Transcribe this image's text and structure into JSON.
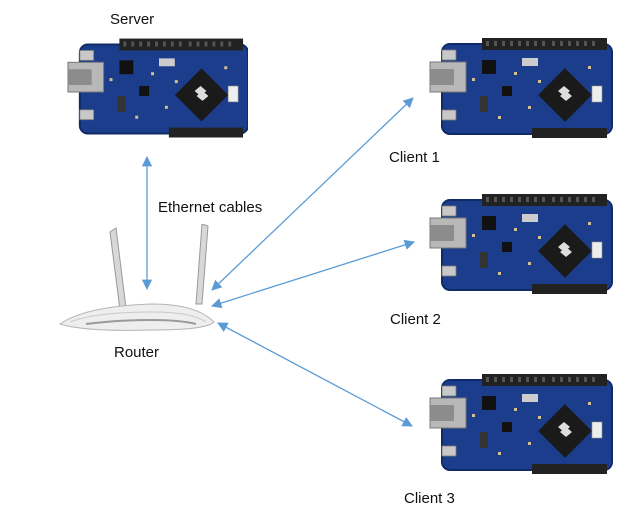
{
  "labels": {
    "server": "Server",
    "client1": "Client 1",
    "client2": "Client 2",
    "client3": "Client 3",
    "router": "Router",
    "cables": "Ethernet cables"
  },
  "colors": {
    "board": "#1b3d8c",
    "board_dark": "#0f2a66",
    "header": "#222222",
    "chip": "#1a1a1a",
    "ethernet": "#b8b8b8",
    "arrow": "#5b9bd5",
    "router_body": "#eeeeee"
  },
  "nodes": [
    {
      "id": "server",
      "icon": "dev-board-icon"
    },
    {
      "id": "client1",
      "icon": "dev-board-icon"
    },
    {
      "id": "client2",
      "icon": "dev-board-icon"
    },
    {
      "id": "client3",
      "icon": "dev-board-icon"
    },
    {
      "id": "router",
      "icon": "wifi-router-icon"
    }
  ],
  "connections": [
    {
      "from": "server",
      "to": "router",
      "bidirectional": true
    },
    {
      "from": "router",
      "to": "client1",
      "bidirectional": true
    },
    {
      "from": "router",
      "to": "client2",
      "bidirectional": true
    },
    {
      "from": "router",
      "to": "client3",
      "bidirectional": true
    }
  ]
}
